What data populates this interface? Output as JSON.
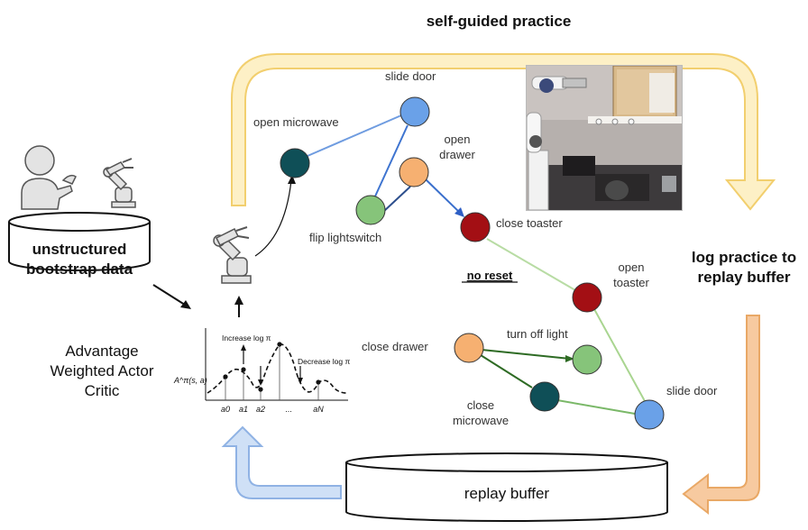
{
  "title": "self-guided practice",
  "bootstrap_label_line1": "unstructured",
  "bootstrap_label_line2": "bootstrap data",
  "awac_line1": "Advantage",
  "awac_line2": "Weighted Actor",
  "awac_line3": "Critic",
  "log_line1": "log practice to",
  "log_line2": "replay buffer",
  "replay_label": "replay buffer",
  "no_reset": "no reset",
  "nodes": [
    {
      "id": "open-microwave",
      "label": "open microwave",
      "color": "#0f4f57"
    },
    {
      "id": "slide-door-1",
      "label": "slide door",
      "color": "#6aa1e8"
    },
    {
      "id": "open-drawer-1",
      "label_lines": [
        "open",
        "drawer"
      ],
      "color": "#f6b071"
    },
    {
      "id": "flip-lightswitch",
      "label": "flip lightswitch",
      "color": "#86c47a"
    },
    {
      "id": "close-toaster",
      "label": "close toaster",
      "color": "#a30f14"
    },
    {
      "id": "open-toaster",
      "label_lines": [
        "open",
        "toaster"
      ],
      "color": "#a30f14"
    },
    {
      "id": "close-drawer",
      "label": "close drawer",
      "color": "#f6b071"
    },
    {
      "id": "turn-off-light",
      "label": "turn off light",
      "color": "#86c47a"
    },
    {
      "id": "close-microwave",
      "label_lines": [
        "close",
        "microwave"
      ],
      "color": "#0f4f57"
    },
    {
      "id": "slide-door-2",
      "label": "slide door",
      "color": "#6aa1e8"
    }
  ],
  "plot": {
    "ylabel": "A^π(s, a)",
    "increase": "Increase log π",
    "decrease": "Decrease log π",
    "ticks": [
      "a0",
      "a1",
      "a2",
      "...",
      "aN"
    ]
  },
  "colors": {
    "top_arrow_fill": "#fdf0c6",
    "top_arrow_stroke": "#f2cf6e",
    "right_arrow_fill": "#f7caa0",
    "right_arrow_stroke": "#e9a866",
    "left_arrow_fill": "#cfe0f6",
    "left_arrow_stroke": "#8fb2e4"
  }
}
